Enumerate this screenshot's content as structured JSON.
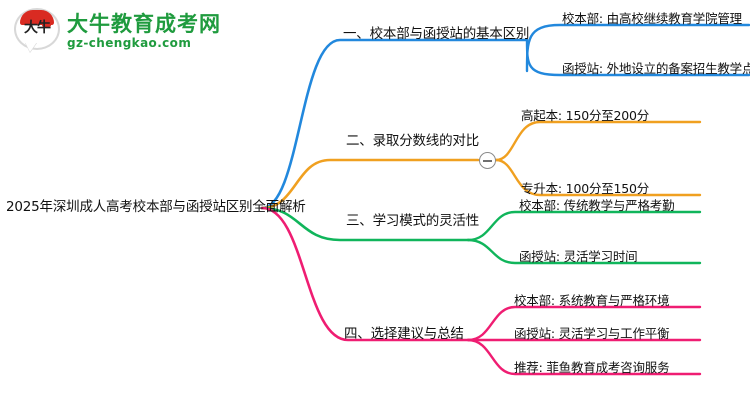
{
  "logo": {
    "mark_text": "大牛",
    "title": "大牛教育成考网",
    "subtitle": "gz-chengkao.com",
    "brand_green": "#1f9b3e",
    "brand_red": "#d92b22"
  },
  "mindmap": {
    "root": {
      "label": "2025年深圳成人高考校本部与函授站区别全面解析"
    },
    "branches": [
      {
        "label": "一、校本部与函授站的基本区别",
        "color": "#2288dd",
        "collapsed_toggle": false,
        "leaves": [
          {
            "label": "校本部: 由高校继续教育学院管理"
          },
          {
            "label": "函授站: 外地设立的备案招生教学点"
          }
        ]
      },
      {
        "label": "二、录取分数线的对比",
        "color": "#f0a020",
        "collapsed_toggle": true,
        "toggle_icon": "minus-circle-icon",
        "leaves": [
          {
            "label": "高起本: 150分至200分"
          },
          {
            "label": "专升本: 100分至150分"
          }
        ]
      },
      {
        "label": "三、学习模式的灵活性",
        "color": "#10b55b",
        "collapsed_toggle": false,
        "leaves": [
          {
            "label": "校本部: 传统教学与严格考勤"
          },
          {
            "label": "函授站: 灵活学习时间"
          }
        ]
      },
      {
        "label": "四、选择建议与总结",
        "color": "#ef1d72",
        "collapsed_toggle": false,
        "leaves": [
          {
            "label": "校本部: 系统教育与严格环境"
          },
          {
            "label": "函授站: 灵活学习与工作平衡"
          },
          {
            "label": "推荐: 菲鱼教育成考咨询服务"
          }
        ]
      }
    ]
  }
}
